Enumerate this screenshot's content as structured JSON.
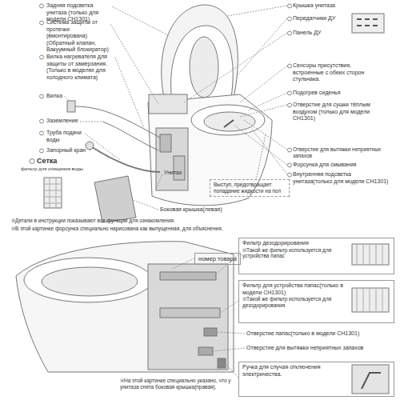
{
  "diagram": {
    "nodes": [
      {
        "text": [
          "Выступ, предотвращает попадание жидкости на пол"
        ]
      },
      {
        "text": [
          "номер товара"
        ]
      },
      {
        "text": [
          "Фильтр дезодорирования",
          "※Такой же фильтр используется для устройства папас"
        ]
      },
      {
        "text": [
          "Фильтр для устройства папас(только в модели CH1301)",
          "※Такой же фильтр используется для дезодорирования"
        ]
      },
      {
        "text": [
          "Ручка для случая отключения электричества."
        ]
      }
    ],
    "labels": [
      "Задняя подсветка унитаза (только для модели CH1301)",
      "Система защиты от протечки (вмонтирована) (Обратный клапан, Вакуумный блокиратор)",
      "Вилка нагревателя для защиты от замерзания. (Только в моделях для холодного климата)",
      "Вилка",
      "Заземление",
      "Труба подачи воды",
      "Запорный кран",
      "Сетка",
      "фильтр для очищения воды",
      "Унитаз",
      "Боковая крышка(левая)",
      "Крышка унитаза",
      "Передатчики ДУ",
      "Панель ДУ",
      "Сенсоры присутствия, встроенные с обеих сторон стульчака.",
      "Подогрев сиденья",
      "Отверстие для сушки тёплым воздухом (только для модели CH1301)",
      "Отверстие для вытяжки неприятных запахов",
      "Форсунка для смывания",
      "Внутренняя подсветка унитаза(только для модели CH1301)",
      "※Детали в инструкции показывают все функции для ознакомления.",
      "※В этой картинке форсунка специально нарисована как выпущенная, для объяснения.",
      "Отверстие папас(только в модели CH1301)",
      "Отверстие для вытяжки неприятных запахов",
      "※На этой картинке специально указано, что у унитаза снята боковая крышка(правая)."
    ]
  }
}
